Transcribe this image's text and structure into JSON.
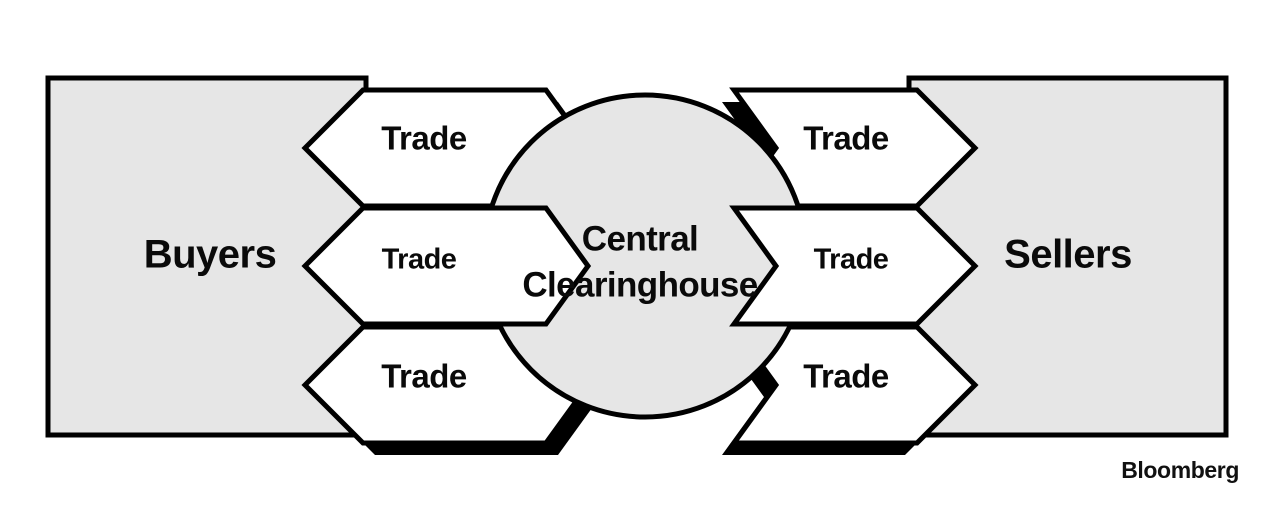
{
  "figure": {
    "title": "Central Clearinghouse trade flow diagram",
    "credit": "Bloomberg",
    "colors": {
      "panel_fill": "#e6e6e6",
      "arrow_fill": "#ffffff",
      "stroke": "#000000",
      "shadow": "#000000",
      "hub_fill": "#e6e6e6",
      "text": "#0a0a0a",
      "background": "#ffffff"
    }
  },
  "panels": {
    "left": {
      "label": "Buyers"
    },
    "right": {
      "label": "Sellers"
    }
  },
  "hub": {
    "line1": "Central",
    "line2": "Clearinghouse"
  },
  "arrows": {
    "left": [
      {
        "label": "Trade",
        "direction": "left",
        "row": "top"
      },
      {
        "label": "Trade",
        "direction": "left",
        "row": "middle"
      },
      {
        "label": "Trade",
        "direction": "left",
        "row": "bottom"
      }
    ],
    "right": [
      {
        "label": "Trade",
        "direction": "right",
        "row": "top"
      },
      {
        "label": "Trade",
        "direction": "right",
        "row": "middle"
      },
      {
        "label": "Trade",
        "direction": "right",
        "row": "bottom"
      }
    ]
  }
}
